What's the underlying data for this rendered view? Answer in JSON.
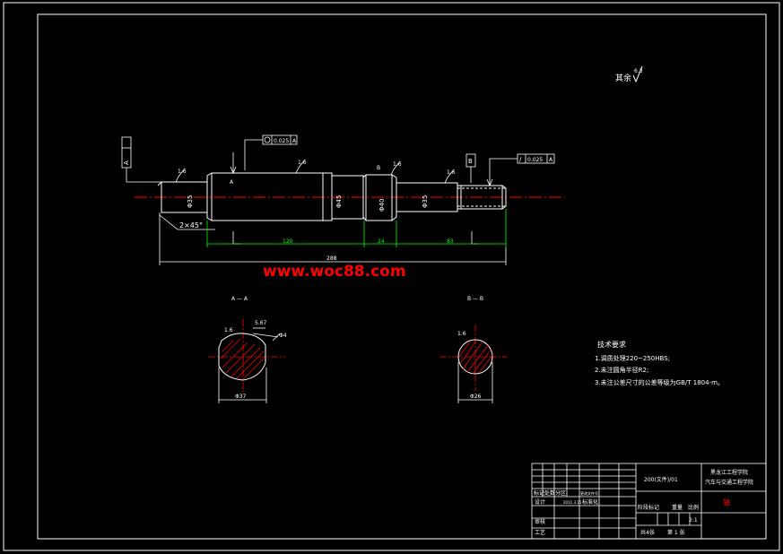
{
  "watermark": "www.woc88.com",
  "colors": {
    "background": "#000000",
    "line": "#ffffff",
    "dimension": "#00ff00",
    "centerline": "#ff0000",
    "hatch": "#ff0000",
    "watermark": "#ff0000",
    "title_accent": "#ff0000"
  },
  "roughness": {
    "others": "6.3",
    "label_others": "其余",
    "marks": [
      "1.6",
      "1.6",
      "1.6",
      "1.6",
      "1.6"
    ]
  },
  "tolerance": {
    "left_datum": "A",
    "top_frame": {
      "value": "0.025",
      "datum": "A"
    },
    "right_frame": {
      "value": "0.025",
      "datum": "A"
    },
    "right_datum": "B"
  },
  "diameters": {
    "d1": "Φ35",
    "d2": "Φ45",
    "d3": "Φ40",
    "d4": "Φ35"
  },
  "chamfer": "2×45°",
  "dimensions": {
    "len_120": "120",
    "len_24": "24",
    "len_83": "83",
    "overall": "288"
  },
  "section_markers": {
    "a": "A",
    "b": "B"
  },
  "sections": {
    "a": {
      "title": "A — A",
      "key_depth": "5.67",
      "dia": "Φ37",
      "leader": "Φ4",
      "rough": "1.6"
    },
    "b": {
      "title": "B — B",
      "dia": "Φ26",
      "rough": "1.6"
    }
  },
  "requirements": {
    "title": "技术要求",
    "items": [
      "1.调质处理220~250HBS;",
      "2.未注圆角半径R2;",
      "3.未注公差尺寸的公差等级为GB/T 1804-m。"
    ]
  },
  "title_block": {
    "drawing_no": "200(文件)/01",
    "org_line1": "黑龙江工程学院",
    "org_line2": "汽车与交通工程学院",
    "part_name": "轴",
    "rev_header": "标记处数分区",
    "rev_header2": "更改文件号",
    "design": "设计",
    "design_date": "2011.3.15",
    "std": "标准化",
    "review": "审核",
    "process": "工艺",
    "stage": "阶段标记",
    "weight": "重量",
    "scale": "比例",
    "scale_value": "2:1",
    "sheets": "共 张 第 张",
    "sheets_left": "共4张",
    "sheets_right": "第 1 张"
  }
}
